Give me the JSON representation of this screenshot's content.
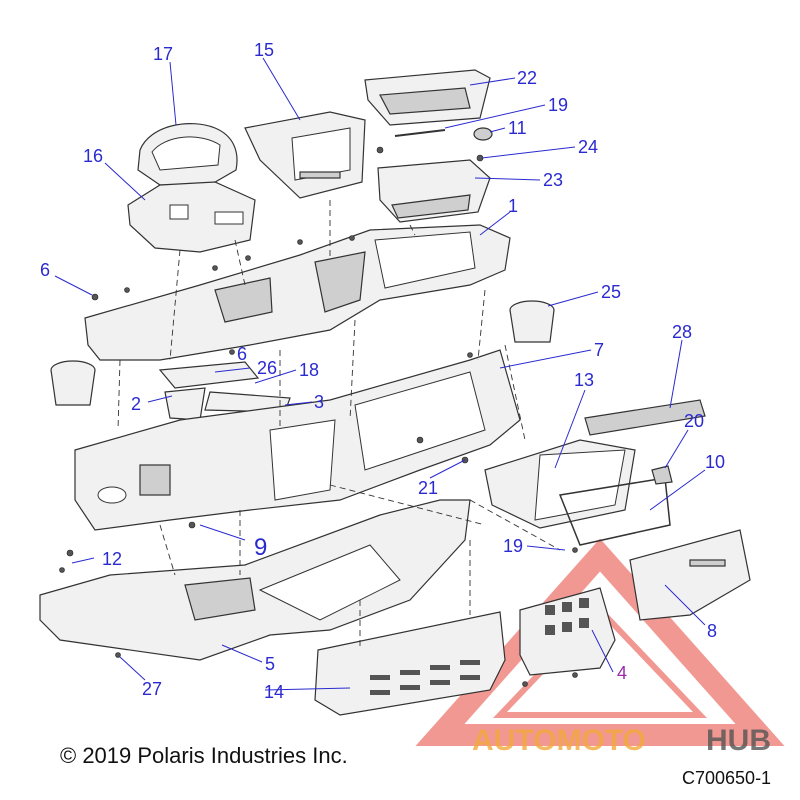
{
  "callouts": {
    "c1": "1",
    "c2": "2",
    "c3": "3",
    "c4": "4",
    "c5": "5",
    "c6a": "6",
    "c6b": "6",
    "c7": "7",
    "c8": "8",
    "c9": "9",
    "c10": "10",
    "c11": "11",
    "c12": "12",
    "c13": "13",
    "c14": "14",
    "c15": "15",
    "c16": "16",
    "c17": "17",
    "c18": "18",
    "c19a": "19",
    "c19b": "19",
    "c20": "20",
    "c21": "21",
    "c22": "22",
    "c23": "23",
    "c24": "24",
    "c25": "25",
    "c26": "26",
    "c27": "27",
    "c28": "28"
  },
  "footer": {
    "copyright": "© 2019 Polaris Industries Inc.",
    "doc_id": "C700650-1"
  },
  "watermark": {
    "part1": "AUTOMOTO",
    "part2": "HUB",
    "color_red": "#e8453c",
    "color_orange": "#f2a93b",
    "color_gray": "#555555"
  },
  "colors": {
    "callout": "#2a2ad0",
    "callout_alt": "#9a2aa8"
  }
}
